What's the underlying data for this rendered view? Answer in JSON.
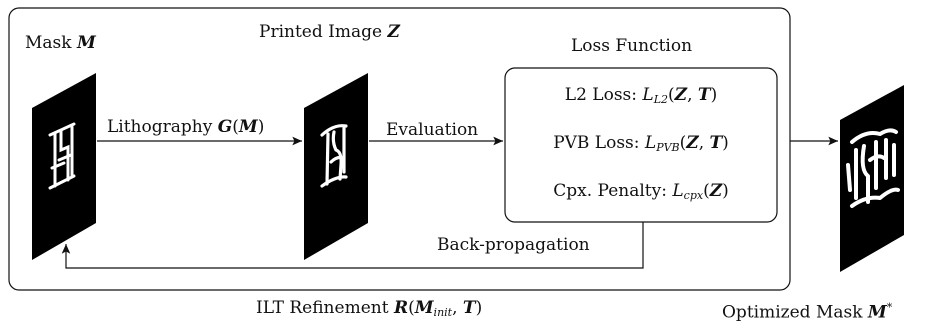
{
  "labels": {
    "mask": "Mask",
    "mask_sym": "M",
    "printed": "Printed Image",
    "printed_sym": "Z",
    "loss_title": "Loss Function",
    "lithography": "Lithography",
    "evaluation": "Evaluation",
    "back_prop": "Back-propagation",
    "ilt": "ILT Refinement",
    "optimized": "Optimized Mask"
  },
  "losses": [
    {
      "label": "L2 Loss:",
      "sub": "L2",
      "args": "(Z, T)"
    },
    {
      "label": "PVB Loss:",
      "sub": "PVB",
      "args": "(Z, T)"
    },
    {
      "label": "Cpx. Penalty:",
      "sub": "cpx",
      "args": "(Z)"
    }
  ]
}
